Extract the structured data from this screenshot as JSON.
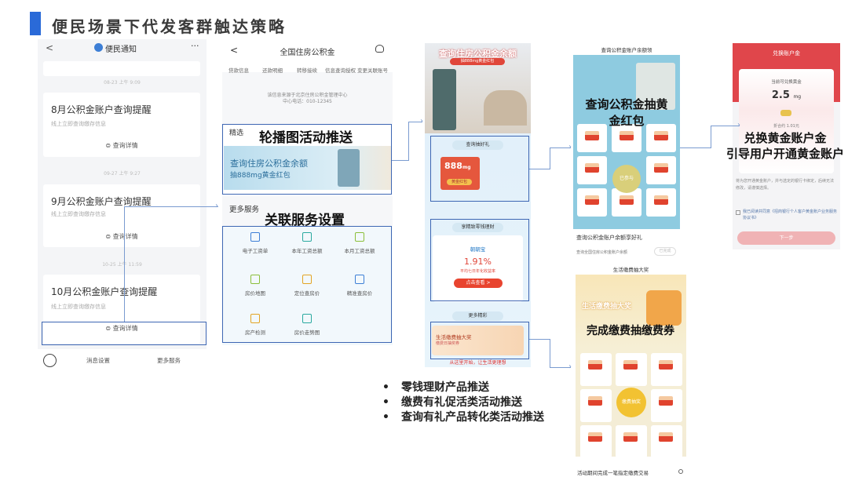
{
  "slide": {
    "title": "便民场景下代发客群触达策略",
    "accent": "#2a6ad8"
  },
  "phone1": {
    "header": "便民通知",
    "back": "<",
    "more": "···",
    "messages": [
      {
        "time": "08-23 上午 9:09",
        "title": "8月公积金账户查询提醒",
        "sub": "线上立即查询缴存信息",
        "action": "查询详情"
      },
      {
        "time": "09-27 上午 9:27",
        "title": "9月公积金账户查询提醒",
        "sub": "线上立即查询缴存信息",
        "action": "查询详情"
      },
      {
        "time": "10-25 上午 11:59",
        "title": "10月公积金账户查询提醒",
        "sub": "线上立即查询缴存信息",
        "action": "查询详情"
      }
    ],
    "bottom": [
      "消息设置",
      "更多服务"
    ]
  },
  "phone2": {
    "header": "全国住房公积金",
    "back": "<",
    "tabs": [
      "贷款信息",
      "还款明细",
      "转移接续",
      "信息查询授权",
      "变更关联账号"
    ],
    "info_line1": "该信息来源于北京住房公积金管理中心",
    "info_line2": "中心电话：010-12345",
    "featured_label": "精选",
    "featured_overlay": "轮播图活动推送",
    "banner_title": "查询住房公积金余额",
    "banner_sub": "抽888mg黄金红包",
    "more_label": "更多服务",
    "more_overlay": "关联服务设置",
    "services": [
      {
        "label": "电子工资单",
        "color": "#3d7fd6"
      },
      {
        "label": "本年工资总额",
        "color": "#2aa9a0"
      },
      {
        "label": "本月工资总额",
        "color": "#8bbf3a"
      },
      {
        "label": "房价地图",
        "color": "#8bbf3a"
      },
      {
        "label": "定位查房价",
        "color": "#e3a424"
      },
      {
        "label": "精准查房价",
        "color": "#3d7fd6"
      },
      {
        "label": "房产检测",
        "color": "#e3a424"
      },
      {
        "label": "房价走势图",
        "color": "#2aa9a0"
      }
    ]
  },
  "phone3": {
    "poster_title": "查询住房公积金余额",
    "poster_sub": "抽888mg黄金红包",
    "section1": "查询抽好礼",
    "amount": "888",
    "amount_unit": "mg",
    "red_btn": "黄金红包",
    "section2": "享精致零钱理财",
    "product": "朝朝宝",
    "rate": "1.91%",
    "rate_label": "平均七日年化收益率",
    "cta": "点击查看 >",
    "section3": "更多精彩",
    "promo_title": "生活缴费抽大奖",
    "promo_sub": "缴费日抽奖券",
    "footer": "从这里开始，让生活更理想"
  },
  "phone4": {
    "header": "查询公积金账户余额领",
    "overlay_line1": "查询公积金抽黄",
    "overlay_line2": "金红包",
    "center_btn": "已参与",
    "caption": "查询公积金账户余额享好礼",
    "task": "查询全国住房公积金账户余额",
    "task_btn": "已完成"
  },
  "phone5": {
    "header": "兑换账户金",
    "label": "当前可兑换黄金",
    "value": "2.5",
    "unit": "mg",
    "equiv": "折合约 1.01元",
    "overlay_line1": "兑换黄金账户金",
    "overlay_line2": "引导用户开通黄金账户",
    "note": "将为您开通黄金账户，并与选定的银行卡绑定，后续无法修改，请谨慎选择。",
    "agree": "我已阅读并同意《招商银行个人客户黄金账户业务服务协议书》",
    "submit": "下一步",
    "brand": "#e0464b"
  },
  "phone6": {
    "header": "生活缴费抽大奖",
    "poster_title": "生活缴费抽大奖",
    "overlay": "完成缴费抽缴费券",
    "center": "缴费抽奖",
    "footer": "活动期间完成一笔指定缴费交易"
  },
  "bullets": [
    "零钱理财产品推送",
    "缴费有礼促活类活动推送",
    "查询有礼产品转化类活动推送"
  ]
}
